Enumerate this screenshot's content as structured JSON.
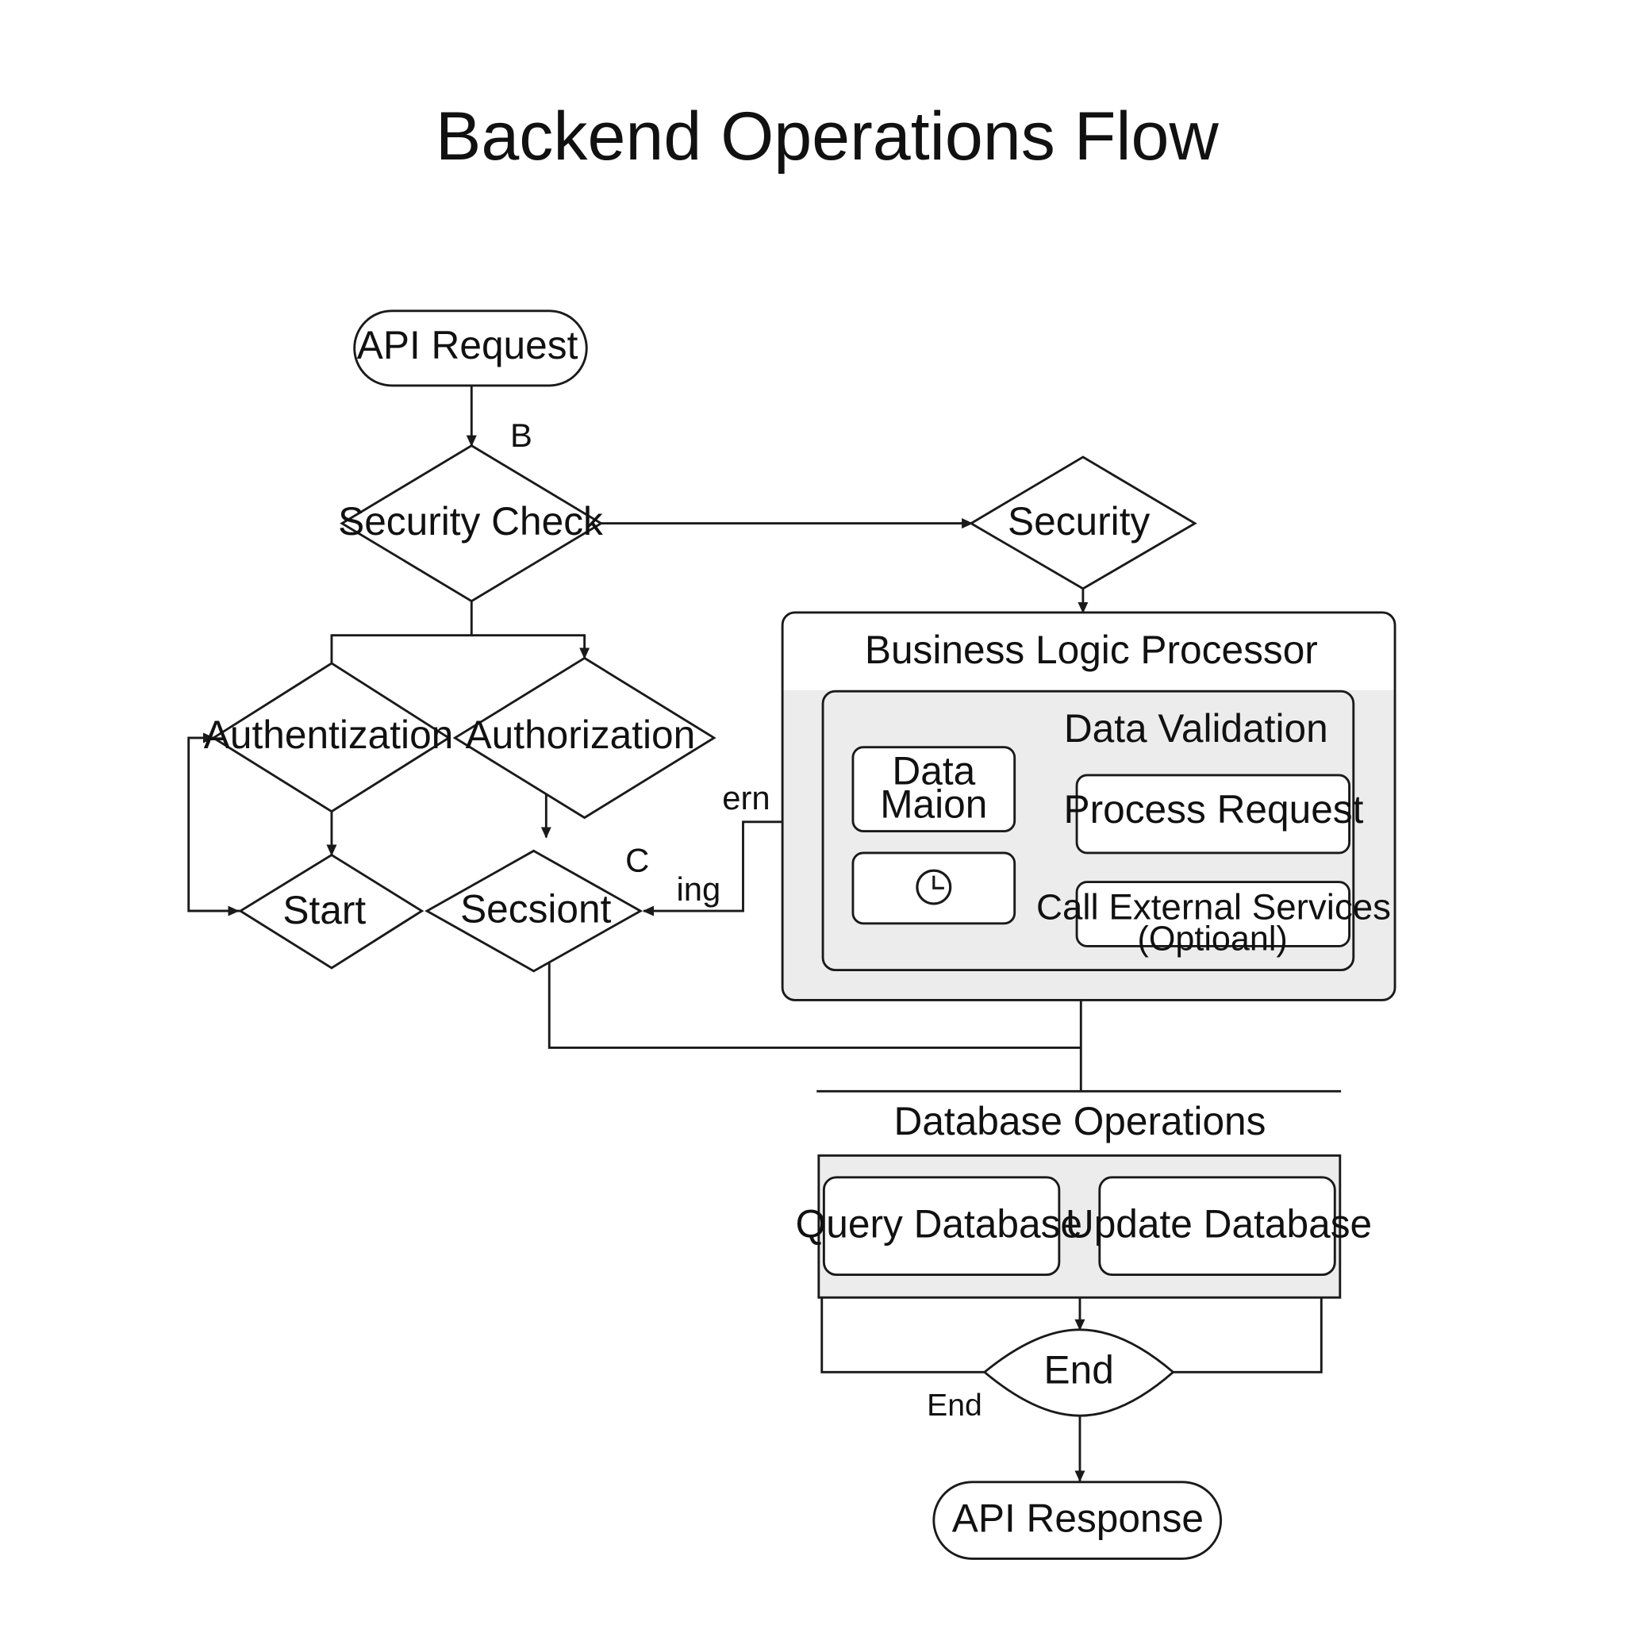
{
  "title": "Backend Operations Flow",
  "nodes": {
    "api_request": "API Request",
    "security_check": "Security Check",
    "security": "Security",
    "authentication": "Authentization",
    "authorization": "Authorization",
    "start": "Start",
    "session": "Secsiont",
    "business_logic_processor": "Business Logic Processor",
    "data_validation": "Data Validation",
    "data_main_line1": "Data",
    "data_main_line2": "Maion",
    "process_request": "Process Request",
    "clock_box_icon": "clock-icon",
    "call_external_line1": "Call External Services",
    "call_external_line2": "(Optioanl)",
    "database_operations": "Database Operations",
    "query_database": "Query Database",
    "update_database": "Update Database",
    "end": "End",
    "api_response": "API Response"
  },
  "edge_labels": {
    "b": "B",
    "c": "C",
    "ern": "ern",
    "ing": "ing",
    "end_label": "End"
  }
}
